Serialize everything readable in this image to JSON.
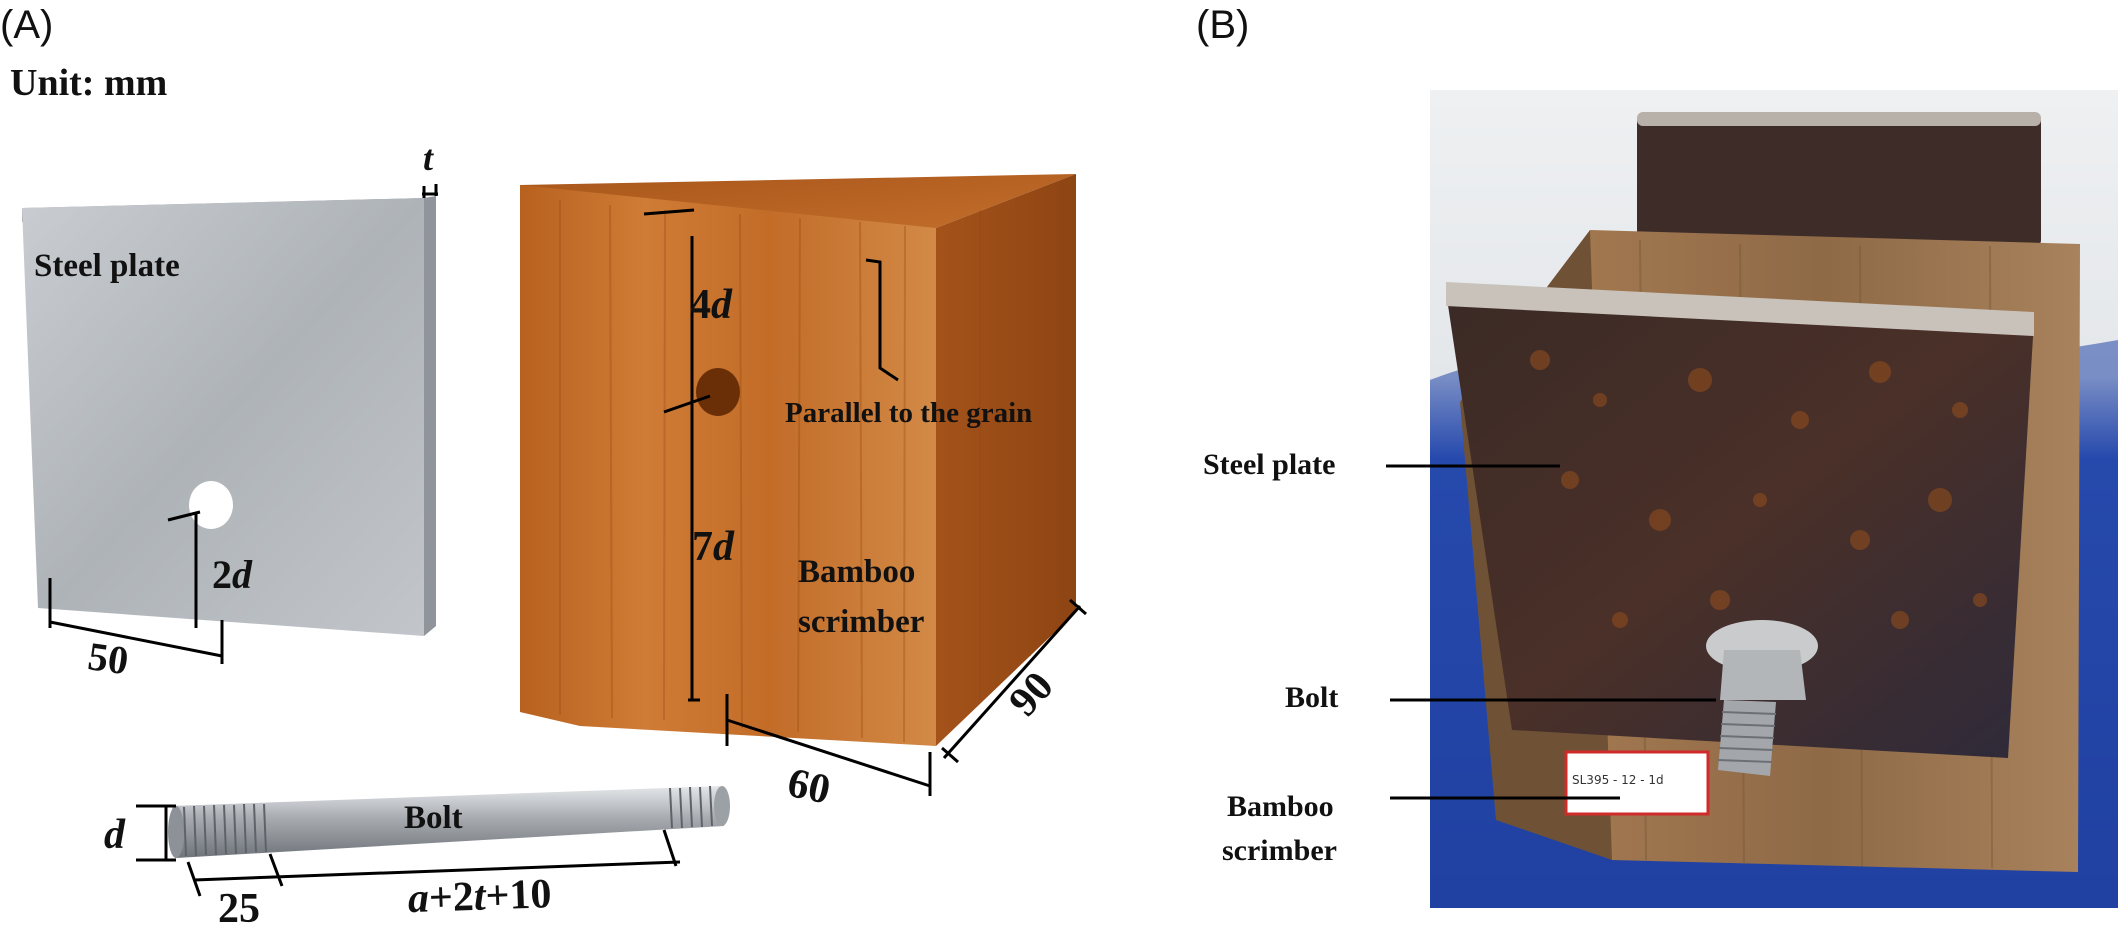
{
  "panels": {
    "a_label": "(A)",
    "b_label": "(B)"
  },
  "panel_a": {
    "unit": "Unit: mm",
    "steel_plate": {
      "label": "Steel plate",
      "thickness": "t",
      "hole_dim_var": "2",
      "hole_dim_sym": "d",
      "width_dim": "50"
    },
    "bamboo": {
      "label_line1": "Bamboo",
      "label_line2": "scrimber",
      "top_dim_coef": "4",
      "top_dim_sym": "d",
      "bottom_dim_coef": "7",
      "bottom_dim_sym": "d",
      "grain_note": "Parallel to the grain",
      "width_dim": "60",
      "depth_dim": "90"
    },
    "bolt": {
      "label": "Bolt",
      "dia_sym": "d",
      "thread_len": "25",
      "len_a": "a",
      "len_plus2": "+2",
      "len_t": "t",
      "len_plus10": "+10"
    }
  },
  "panel_b": {
    "callouts": {
      "steel_plate": "Steel plate",
      "bolt": "Bolt",
      "bamboo_line1": "Bamboo",
      "bamboo_line2": "scrimber"
    },
    "specimen_tag": "SL395 - 12 - 1d"
  }
}
